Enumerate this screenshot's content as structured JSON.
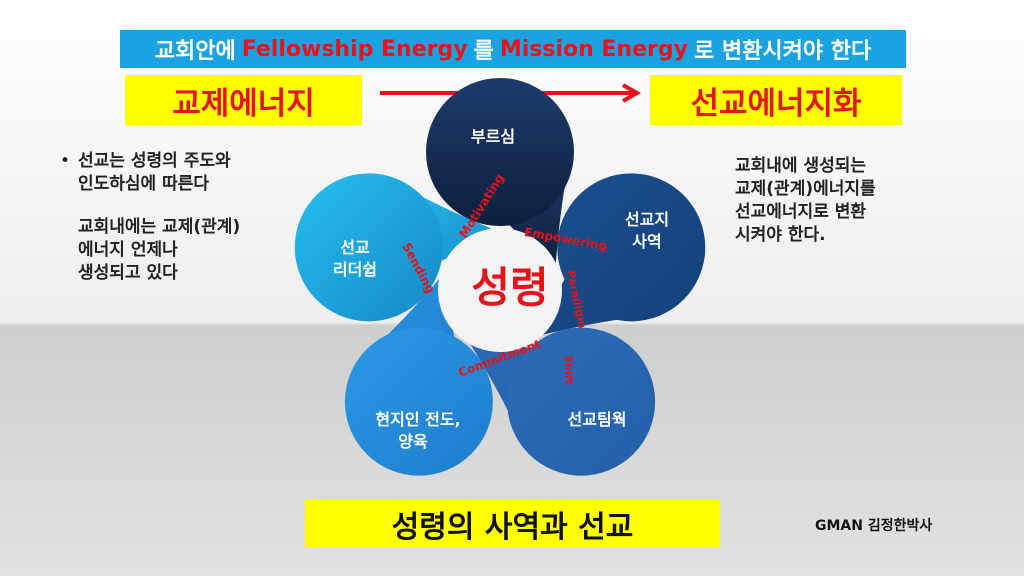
{
  "banner": {
    "part1": "교회안에",
    "part2": "Fellowship Energy",
    "part3": "를",
    "part4": "Mission Energy",
    "part5": "로 변환시켜야 한다"
  },
  "from_label": "교제에너지",
  "to_label": "선교에너지화",
  "left_text": {
    "bullet": "•",
    "line1": "선교는 성령의 주도와",
    "line2": "인도하심에 따른다",
    "line3": "교회내에는 교제(관계)",
    "line4": "에너지 언제나",
    "line5": "생성되고 있다"
  },
  "right_text": {
    "line1": "교회내에 생성되는",
    "line2": "교제(관계)에너지를",
    "line3": "선교에너지로 변환",
    "line4": "시켜야 한다."
  },
  "diagram": {
    "center": "성령",
    "petals": [
      {
        "line1": "부르심",
        "line2": "",
        "color": "#1a3560"
      },
      {
        "line1": "선교지",
        "line2": "사역",
        "color": "#184c8c"
      },
      {
        "line1": "선교팀웍",
        "line2": "",
        "color": "#2a6ab8"
      },
      {
        "line1": "현지인 전도,",
        "line2": "양육",
        "color": "#2690de"
      },
      {
        "line1": "선교",
        "line2": "리더쉽",
        "color": "#1fb0e8"
      }
    ],
    "arms": [
      "Motivating",
      "Empowering",
      "Paradigm",
      "Shift",
      "Commitment",
      "Sending"
    ],
    "text_red": "#e3141b"
  },
  "bottom_title": "성령의 사역과 선교",
  "author": "GMAN 김정한박사",
  "colors": {
    "banner": "#1ba3e1",
    "highlight": "#ffff00",
    "red": "#e3141b"
  }
}
